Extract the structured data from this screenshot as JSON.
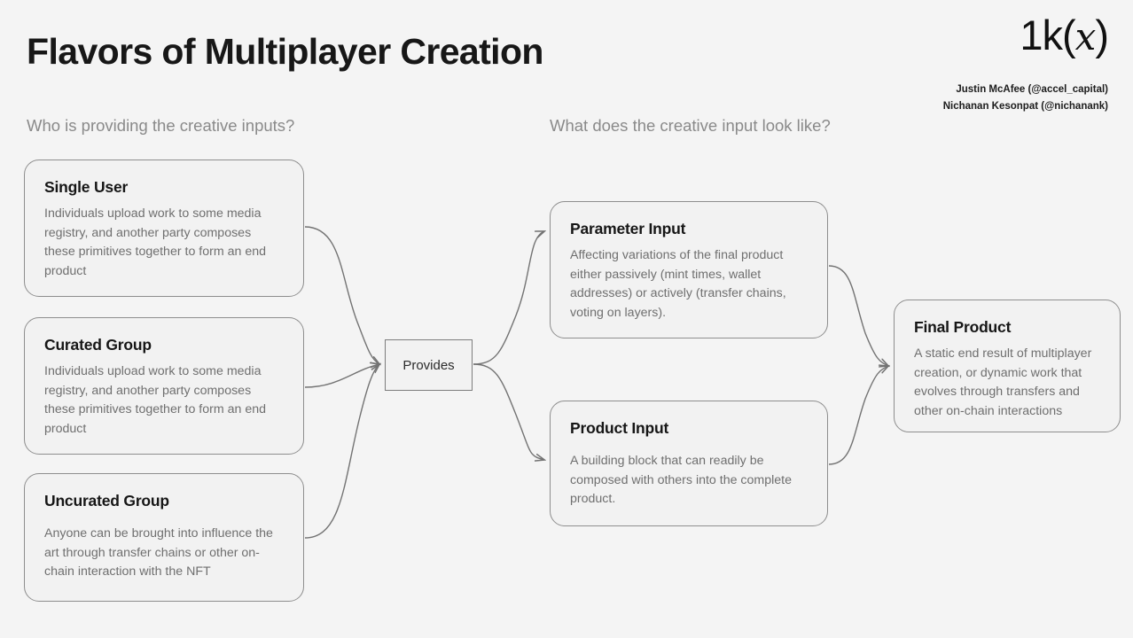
{
  "header": {
    "title": "Flavors of Multiplayer Creation",
    "logo_prefix": "1k(",
    "logo_x": "x",
    "logo_suffix": ")",
    "author_1": "Justin McAfee (@accel_capital)",
    "author_2": "Nichanan Kesonpat (@nichanank)"
  },
  "columns": {
    "left_question": "Who is providing the creative inputs?",
    "right_question": "What does the creative input look like?"
  },
  "nodes": {
    "provides": {
      "label": "Provides"
    }
  },
  "cards": {
    "single_user": {
      "title": "Single User",
      "body": "Individuals upload work to some media registry, and another party composes these primitives together to form an end product"
    },
    "curated_group": {
      "title": "Curated Group",
      "body": "Individuals upload work to some media registry, and another party composes these primitives together to form an end product"
    },
    "uncurated_group": {
      "title": "Uncurated Group",
      "body": "Anyone can be brought into influence the art through transfer chains or other on-chain interaction with the NFT"
    },
    "parameter_input": {
      "title": "Parameter Input",
      "body": "Affecting variations of the final product either passively (mint times, wallet addresses) or actively (transfer chains, voting on layers)."
    },
    "product_input": {
      "title": "Product Input",
      "body": "A building block that can readily be composed with others into the complete product."
    },
    "final_product": {
      "title": "Final Product",
      "body": "A static end result of multiplayer creation, or dynamic work that evolves through transfers and other on-chain interactions"
    }
  },
  "colors": {
    "background": "#f4f4f4",
    "card_fill": "#f2f2f2",
    "card_border": "#8e8e8e",
    "title_text": "#161616",
    "body_text": "#6f6f6f",
    "question_text": "#8a8a8a",
    "edge_stroke": "#737373"
  }
}
